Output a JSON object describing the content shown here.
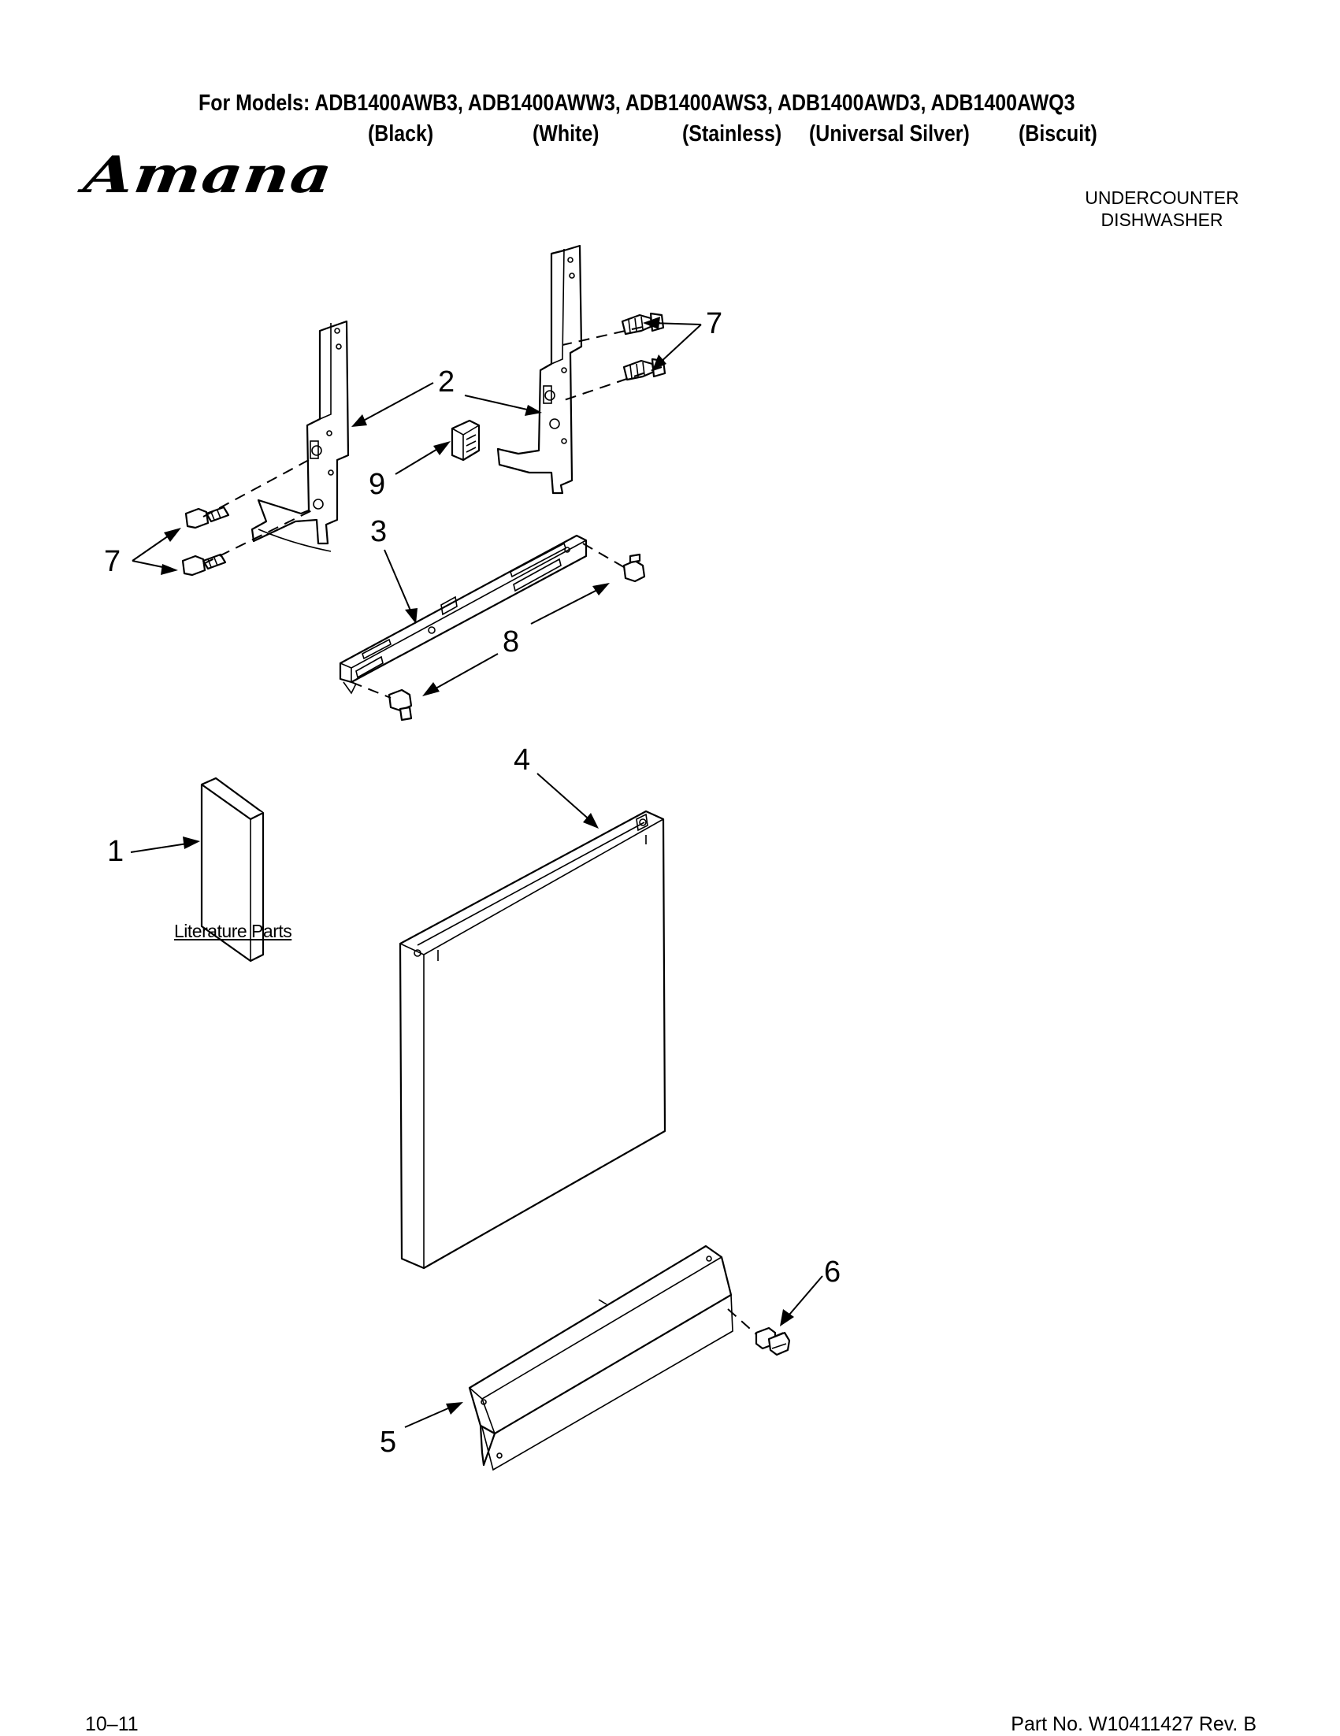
{
  "header": {
    "models_line": "For Models: ADB1400AWB3, ADB1400AWW3, ADB1400AWS3, ADB1400AWD3, ADB1400AWQ3",
    "colors": [
      "(Black)",
      "(White)",
      "(Stainless)",
      "(Universal Silver)",
      "(Biscuit)"
    ]
  },
  "brand": {
    "logo_text": "Amana"
  },
  "product": {
    "line1": "UNDERCOUNTER",
    "line2": "DISHWASHER"
  },
  "callouts": [
    "1",
    "2",
    "3",
    "4",
    "5",
    "6",
    "7",
    "7",
    "8",
    "9"
  ],
  "literature_label": "Literature Parts",
  "footer": {
    "date_code": "10–11",
    "part_number": "Part No. W10411427 Rev. B"
  }
}
